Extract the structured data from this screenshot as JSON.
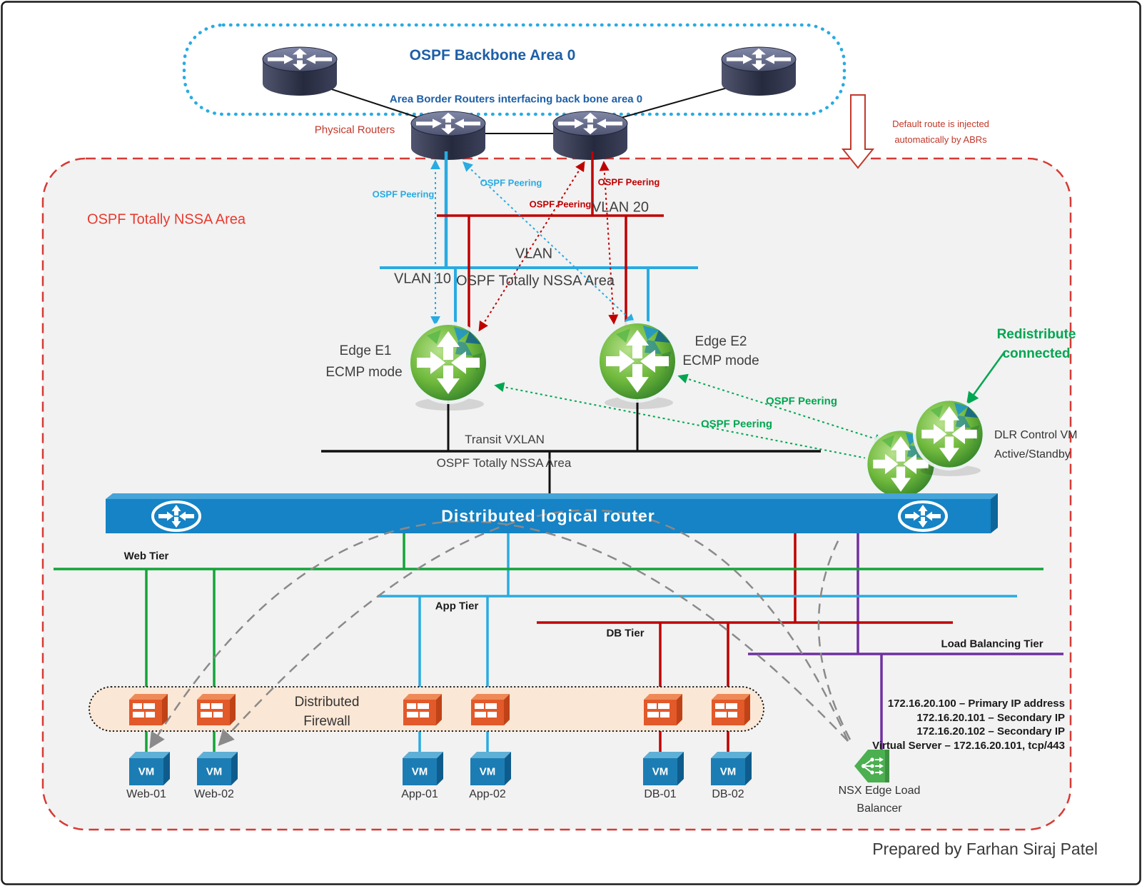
{
  "colors": {
    "backbone_border": "#29abe2",
    "backbone_text": "#1d5fa7",
    "nssa_border": "#d63a35",
    "nssa_fill": "#f2f2f2",
    "vlan20_red": "#c00000",
    "vlan10_blue": "#29abe2",
    "green_peering": "#00a651",
    "dlr_bar_blue": "#1583c5",
    "web_tier_green": "#13a538",
    "app_tier_blue": "#29abe2",
    "db_tier_red": "#c00000",
    "lb_tier_purple": "#7030a0",
    "firewall_fill": "#fbe7d5",
    "firewall_icon_orange": "#e2592a",
    "vm_icon_blue": "#1b7db4",
    "lb_icon_green": "#4caf50"
  },
  "backbone": {
    "title": "OSPF Backbone Area 0",
    "abr_caption": "Area Border Routers interfacing back bone area 0",
    "physical_routers_label": "Physical Routers",
    "default_route_note": "Default route is injected automatically by ABRs"
  },
  "nssa": {
    "title": "OSPF Totally NSSA Area"
  },
  "vlans": {
    "vlan20_label": "VLAN 20",
    "vlan10_label": "VLAN 10",
    "mid_label": "VLAN",
    "mid_sublabel": "OSPF Totally NSSA Area"
  },
  "peering": {
    "blue1": "OSPF Peering",
    "blue2": "OSPF Peering",
    "red1": "OSPF Peering",
    "red2": "OSPF Peering",
    "green1": "OSPF Peering",
    "green2": "OSPF Peering"
  },
  "edges": {
    "e1_name": "Edge E1",
    "e1_mode": "ECMP mode",
    "e2_name": "Edge E2",
    "e2_mode": "ECMP mode"
  },
  "dlr_vm": {
    "redistribute_note": "Redistribute connected",
    "name": "DLR Control VM",
    "mode": "Active/Standby"
  },
  "transit": {
    "line1": "Transit VXLAN",
    "line2": "OSPF Totally NSSA Area"
  },
  "dlr_bar": {
    "title": "Distributed logical router"
  },
  "tiers": {
    "web": "Web Tier",
    "app": "App Tier",
    "db": "DB Tier",
    "lb": "Load Balancing Tier"
  },
  "firewall": {
    "label": "Distributed Firewall"
  },
  "vm_icon_label": "VM",
  "vms": [
    {
      "label": "Web-01"
    },
    {
      "label": "Web-02"
    },
    {
      "label": "App-01"
    },
    {
      "label": "App-02"
    },
    {
      "label": "DB-01"
    },
    {
      "label": "DB-02"
    }
  ],
  "load_balancer": {
    "name": "NSX Edge Load Balancer",
    "ip_lines": [
      "172.16.20.100 – Primary IP address",
      "172.16.20.101 – Secondary IP",
      "172.16.20.102 – Secondary IP",
      "Virtual Server – 172.16.20.101, tcp/443"
    ]
  },
  "footer": {
    "credit": "Prepared by Farhan Siraj Patel"
  }
}
